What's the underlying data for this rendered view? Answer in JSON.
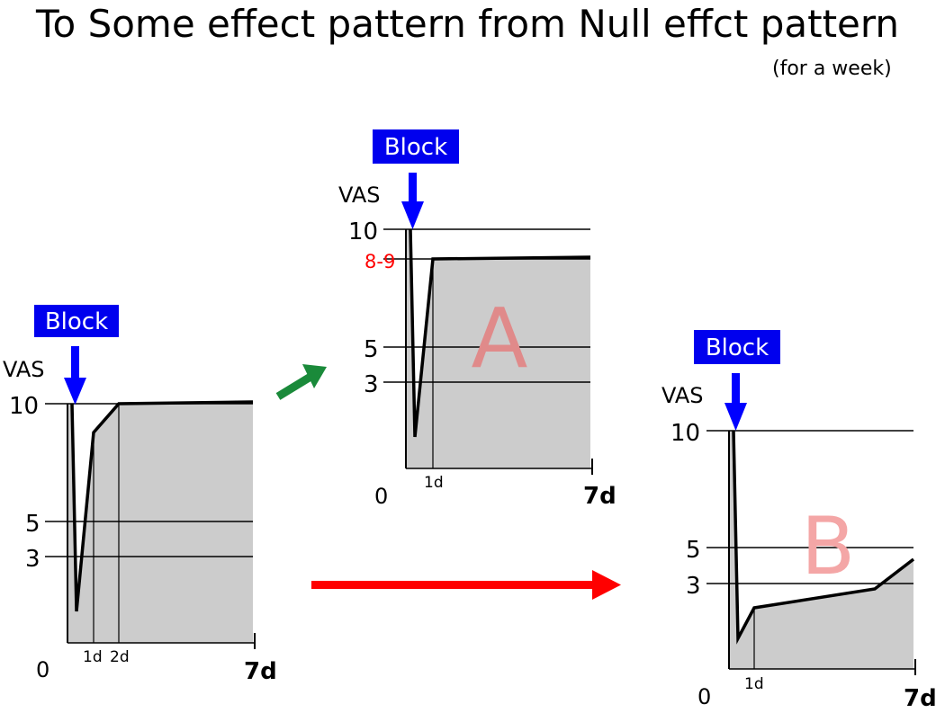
{
  "title": "To Some effect pattern from Null effct pattern",
  "subtitle": "(for a week)",
  "colors": {
    "block_bg": "#0000ee",
    "block_text": "#ffffff",
    "block_arrow": "#0000ff",
    "fill": "#cccccc",
    "green_arrow": "#1a8a3a",
    "red_arrow": "#ff0000",
    "label_red": "#ff0000",
    "A_letter": "#e08a8a",
    "B_letter": "#f4a6a6"
  },
  "panels": {
    "left": {
      "block_label": "Block",
      "vas_label": "VAS",
      "y_labels": [
        "10",
        "5",
        "3"
      ],
      "x_origin": "0",
      "x_ticks": [
        "1d",
        "2d"
      ],
      "x_end": "7d"
    },
    "A": {
      "block_label": "Block",
      "vas_label": "VAS",
      "y_labels": [
        "10",
        "8-9",
        "5",
        "3"
      ],
      "x_origin": "0",
      "x_ticks": [
        "1d"
      ],
      "x_end": "7d",
      "letter": "A"
    },
    "B": {
      "block_label": "Block",
      "vas_label": "VAS",
      "y_labels": [
        "10",
        "5",
        "3"
      ],
      "x_origin": "0",
      "x_ticks": [
        "1d"
      ],
      "x_end": "7d",
      "letter": "B"
    }
  },
  "transitions": [
    {
      "to": "A",
      "color_name": "green-arrow"
    },
    {
      "to": "B",
      "color_name": "red-arrow"
    }
  ]
}
